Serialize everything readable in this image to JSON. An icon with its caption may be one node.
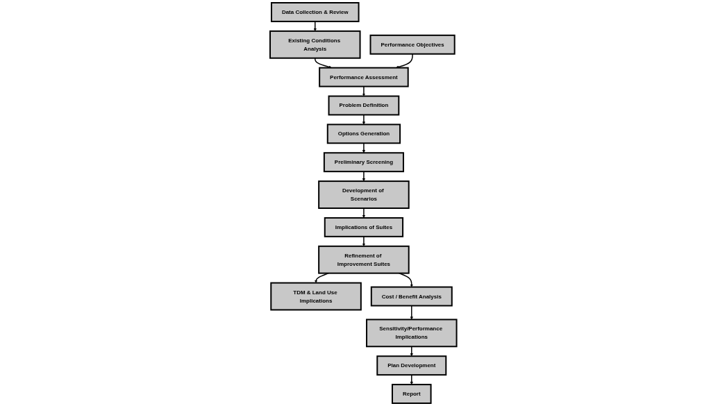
{
  "diagram": {
    "nodes": [
      {
        "text": [
          "Data Collection & Review"
        ]
      },
      {
        "text": [
          "Existing Conditions Analysis"
        ]
      },
      {
        "text": [
          "Performance Objectives"
        ]
      },
      {
        "text": [
          "Performance Assessment"
        ]
      },
      {
        "text": [
          "Problem Definition"
        ]
      },
      {
        "text": [
          "Options Generation"
        ]
      },
      {
        "text": [
          "Preliminary Screening"
        ]
      },
      {
        "text": [
          "Development of Scenarios"
        ]
      },
      {
        "text": [
          "Implications of Suites"
        ]
      },
      {
        "text": [
          "Refinement of Improvement Suites"
        ]
      },
      {
        "text": [
          "TDM & Land Use Implications"
        ]
      },
      {
        "text": [
          "Cost / Benefit Analysis"
        ]
      },
      {
        "text": [
          "Sensitivity/Performance Implications"
        ]
      },
      {
        "text": [
          "Plan Development"
        ]
      },
      {
        "text": [
          "Report"
        ]
      }
    ],
    "edges": [
      {
        "from": 0,
        "to": 1,
        "arrow": "to"
      },
      {
        "from": 1,
        "to": 3,
        "arrow": "to"
      },
      {
        "from": 2,
        "to": 3,
        "arrow": "to"
      },
      {
        "from": 3,
        "to": 4,
        "arrow": "to"
      },
      {
        "from": 4,
        "to": 5,
        "arrow": "to"
      },
      {
        "from": 5,
        "to": 6,
        "arrow": "to"
      },
      {
        "from": 6,
        "to": 7,
        "arrow": "to"
      },
      {
        "from": 7,
        "to": 8,
        "arrow": "to"
      },
      {
        "from": 8,
        "to": 9,
        "arrow": "to"
      },
      {
        "from": 9,
        "to": 10,
        "arrow": "to"
      },
      {
        "from": 9,
        "to": 11,
        "arrow": "to"
      },
      {
        "from": 11,
        "to": 12,
        "arrow": "to"
      },
      {
        "from": 12,
        "to": 13,
        "arrow": "to"
      },
      {
        "from": 13,
        "to": 14,
        "arrow": "to"
      }
    ]
  }
}
